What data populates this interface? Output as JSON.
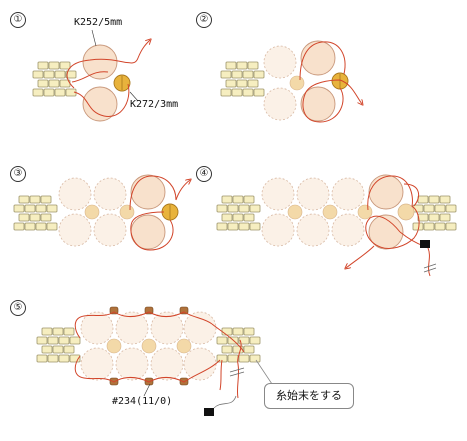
{
  "steps": [
    {
      "number": "①"
    },
    {
      "number": "②"
    },
    {
      "number": "③"
    },
    {
      "number": "④"
    },
    {
      "number": "⑤"
    }
  ],
  "labels": {
    "big_bead": "K252/5mm",
    "small_bead": "K272/3mm",
    "seed_bead": "#234(11/0)",
    "callout": "糸始末をする"
  },
  "colors": {
    "thread": "#d2452a",
    "brick_fill": "#f6eec0",
    "brick_stroke": "#9c946a",
    "big_bead_fill": "#f8e1cc",
    "big_bead_stroke": "#c8977a",
    "gold_bead": "#e8b33c",
    "small_bead_pale": "#f3d9a8",
    "copper_bead": "#b0733c",
    "needle": "#111111"
  }
}
